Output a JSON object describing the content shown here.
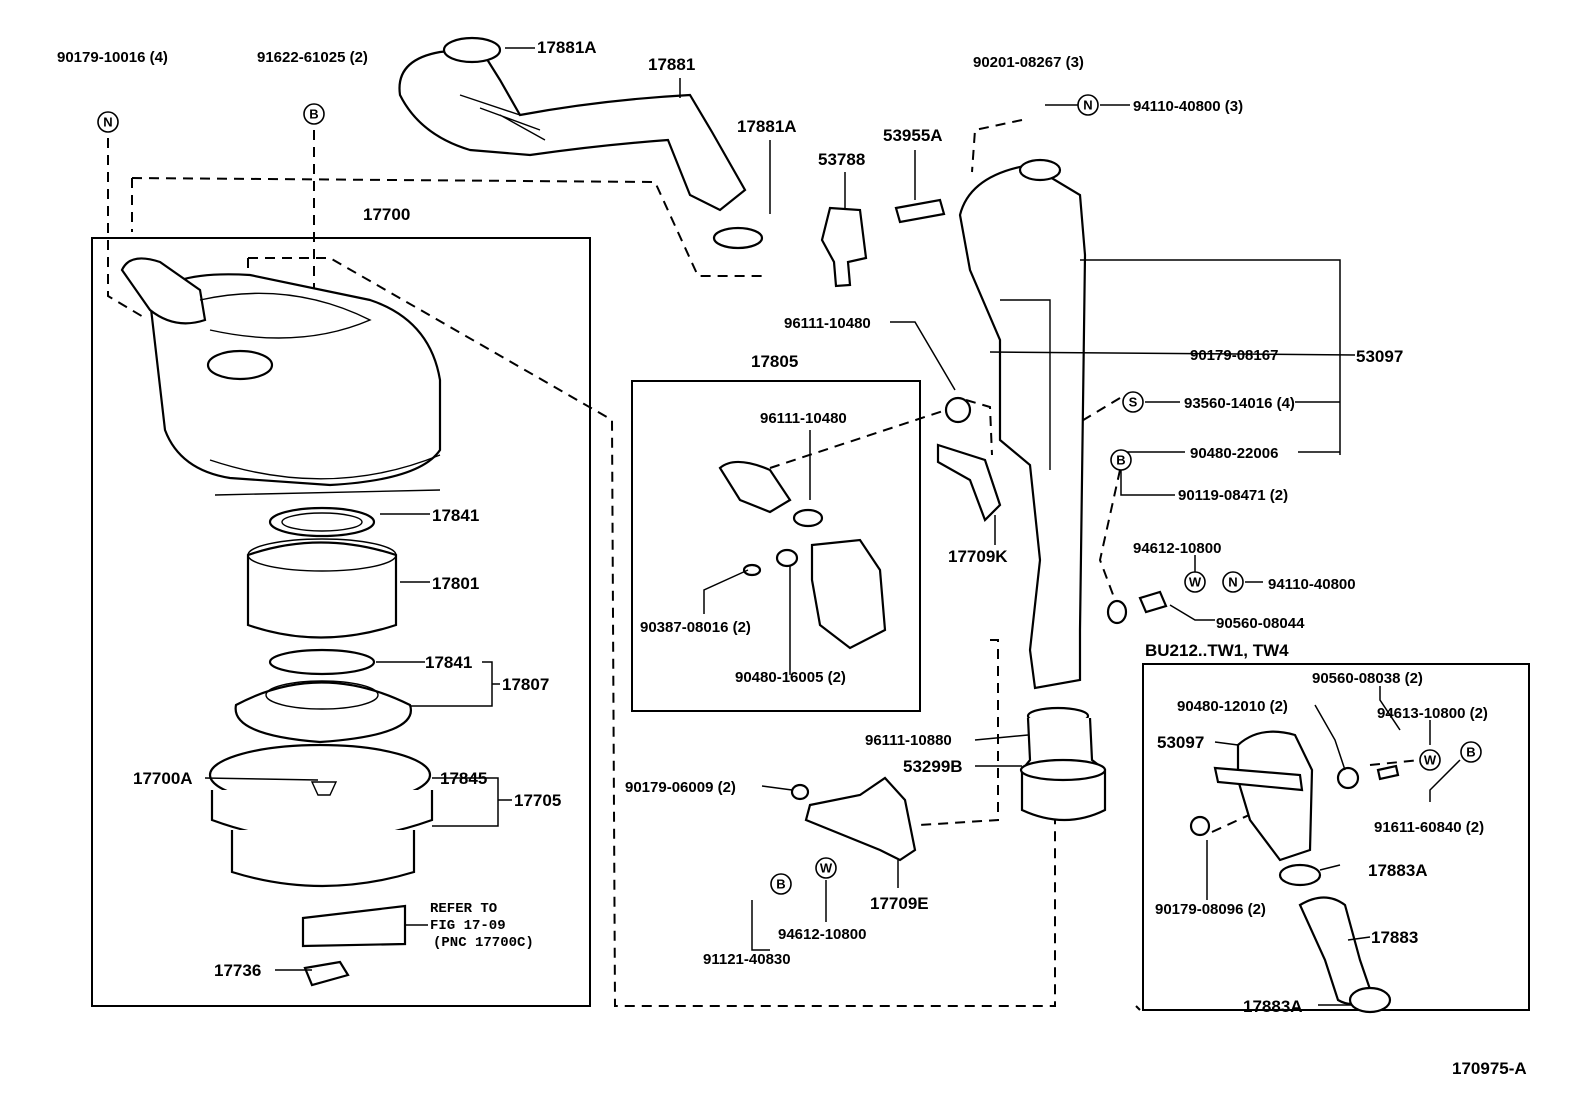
{
  "diagram": {
    "figure_id": "170975-A",
    "variant_box_title": "BU212..TW1, TW4",
    "refer_note": [
      "REFER TO",
      "FIG 17-09",
      "(PNC 17700C)"
    ],
    "symbols": {
      "N": "N",
      "B": "B",
      "W": "W",
      "S": "S"
    },
    "labels": {
      "p90179_10016": "90179-10016 (4)",
      "p91622_61025": "91622-61025 (2)",
      "p17881A_top": "17881A",
      "p17881": "17881",
      "p17881A_mid": "17881A",
      "p90201_08267": "90201-08267 (3)",
      "p94110_40800_3": "94110-40800 (3)",
      "p53955A": "53955A",
      "p53788": "53788",
      "p17700": "17700",
      "p96111_10480_a": "96111-10480",
      "p90179_08167": "90179-08167",
      "p53097_main": "53097",
      "p17805": "17805",
      "p96111_10480_b": "96111-10480",
      "p93560_14016": "93560-14016 (4)",
      "p90480_22006": "90480-22006",
      "p90119_08471": "90119-08471 (2)",
      "p17841_top": "17841",
      "p17709K": "17709K",
      "p17801": "17801",
      "p94612_10800_a": "94612-10800",
      "p94110_40800": "94110-40800",
      "p90387_08016": "90387-08016 (2)",
      "p90560_08044": "90560-08044",
      "p17841_bottom": "17841",
      "p17807": "17807",
      "p90480_16005": "90480-16005 (2)",
      "p90560_08038": "90560-08038 (2)",
      "p90480_12010": "90480-12010 (2)",
      "p94613_10800": "94613-10800 (2)",
      "p96111_10880": "96111-10880",
      "p53097_box": "53097",
      "p53299B": "53299B",
      "p17700A": "17700A",
      "p17845": "17845",
      "p17705": "17705",
      "p90179_06009": "90179-06009 (2)",
      "p91611_60840": "91611-60840 (2)",
      "p17883A_top": "17883A",
      "p90179_08096": "90179-08096 (2)",
      "p17709E": "17709E",
      "p17883": "17883",
      "p94612_10800_b": "94612-10800",
      "p91121_40830": "91121-40830",
      "p17736": "17736",
      "p17883A_bottom": "17883A"
    }
  }
}
